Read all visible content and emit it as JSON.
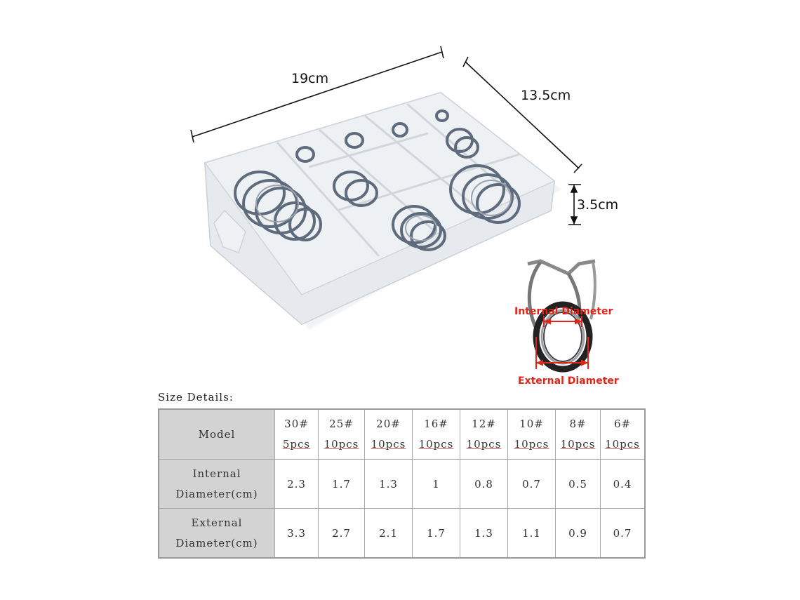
{
  "dimensions": {
    "length": "19cm",
    "width": "13.5cm",
    "height": "3.5cm"
  },
  "ring_diagram": {
    "internal_label": "Internal Diameter",
    "external_label": "External Diameter"
  },
  "size_details": {
    "caption": "Size Details:",
    "row_headers": {
      "model": "Model",
      "internal": [
        "Internal",
        "Diameter(cm)"
      ],
      "external": [
        "External",
        "Diameter(cm)"
      ]
    },
    "models": [
      {
        "size": "30#",
        "qty": "5pcs",
        "internal": "2.3",
        "external": "3.3"
      },
      {
        "size": "25#",
        "qty": "10pcs",
        "internal": "1.7",
        "external": "2.7"
      },
      {
        "size": "20#",
        "qty": "10pcs",
        "internal": "1.3",
        "external": "2.1"
      },
      {
        "size": "16#",
        "qty": "10pcs",
        "internal": "1",
        "external": "1.7"
      },
      {
        "size": "12#",
        "qty": "10pcs",
        "internal": "0.8",
        "external": "1.3"
      },
      {
        "size": "10#",
        "qty": "10pcs",
        "internal": "0.7",
        "external": "1.1"
      },
      {
        "size": "8#",
        "qty": "10pcs",
        "internal": "0.5",
        "external": "0.9"
      },
      {
        "size": "6#",
        "qty": "10pcs",
        "internal": "0.4",
        "external": "0.7"
      }
    ]
  }
}
